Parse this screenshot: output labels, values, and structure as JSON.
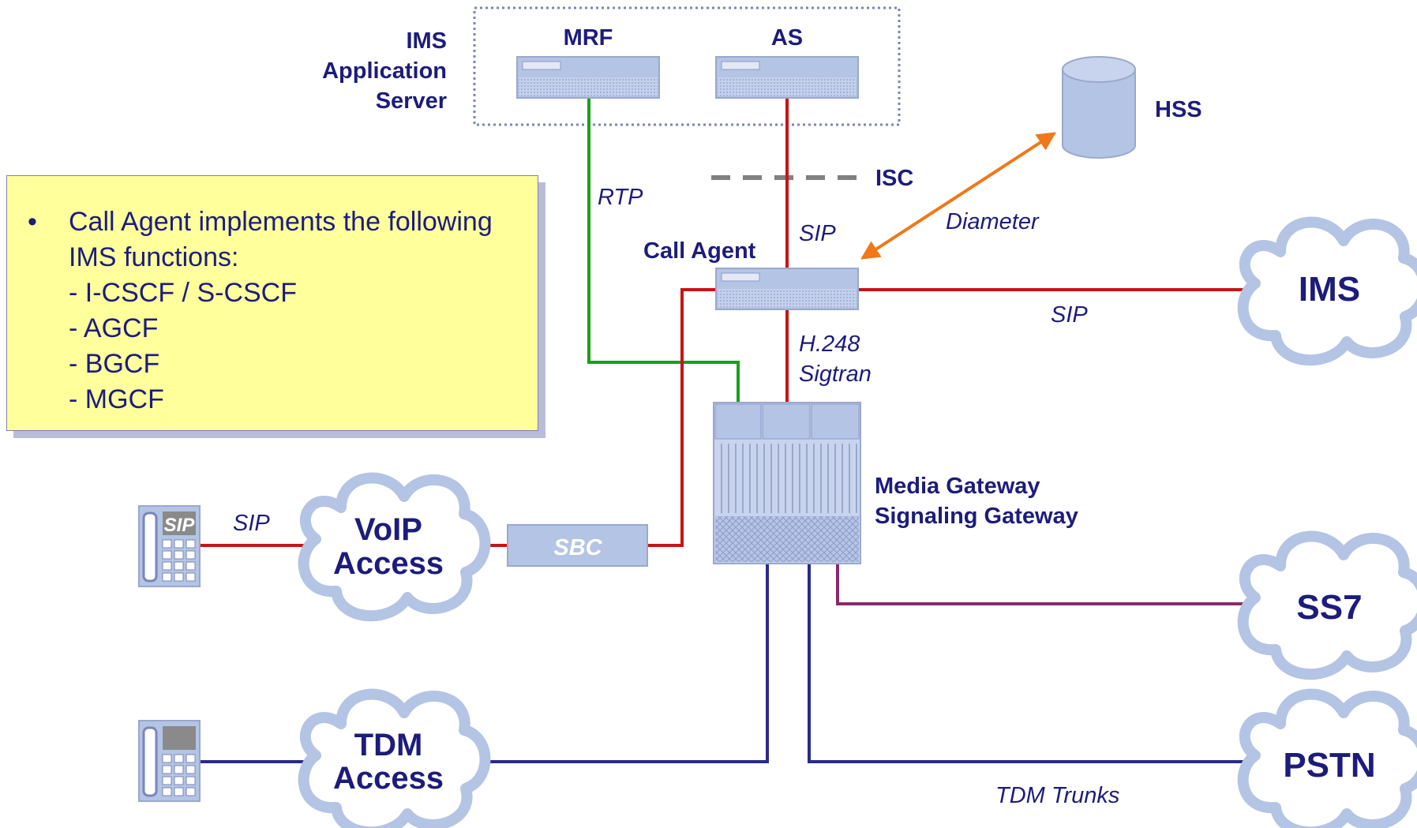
{
  "groups": {
    "ims_app_server": "IMS\nApplication\nServer"
  },
  "nodes": {
    "mrf": "MRF",
    "as": "AS",
    "hss": "HSS",
    "isc": "ISC",
    "call_agent": "Call Agent",
    "media_gateway_line1": "Media Gateway",
    "media_gateway_line2": "Signaling Gateway",
    "sbc": "SBC",
    "sip_phone_tag": "SIP"
  },
  "clouds": {
    "ims": "IMS",
    "ss7": "SS7",
    "pstn": "PSTN",
    "voip_line1": "VoIP",
    "voip_line2": "Access",
    "tdm_line1": "TDM",
    "tdm_line2": "Access"
  },
  "links": {
    "rtp": "RTP",
    "sip_as": "SIP",
    "diameter": "Diameter",
    "sip_ims": "SIP",
    "h248_line1": "H.248",
    "h248_line2": "Sigtran",
    "sip_phone": "SIP",
    "tdm_trunks": "TDM Trunks"
  },
  "note": {
    "bullet": "Call Agent implements the following IMS functions:",
    "items": [
      "I-CSCF / S-CSCF",
      "AGCF",
      "BGCF",
      "MGCF"
    ]
  },
  "colors": {
    "sip_line": "#c81414",
    "rtp_line": "#19a019",
    "tdm_line": "#2a2a8c",
    "ss7_line": "#8a2a6a",
    "diameter_arrow": "#f07818",
    "isc_dash": "#808080",
    "device_fill": "#b4c4e4",
    "label_text": "#1c1c7c",
    "note_fill": "#ffff9c"
  }
}
